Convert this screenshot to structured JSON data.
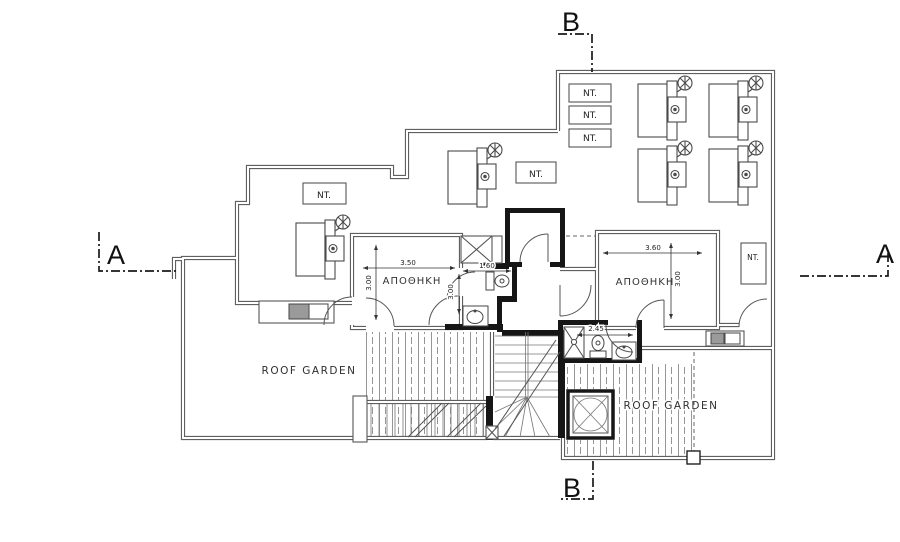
{
  "drawing": {
    "section_markers": {
      "a": "A",
      "b": "B"
    },
    "unit_labels": {
      "nt": "NT."
    },
    "rooms": {
      "storage": "ΑΠΟΘΗΚΗ",
      "roof_garden": "ROOF GARDEN"
    },
    "dimensions": {
      "d350": "3.50",
      "d300": "3.00",
      "d160": "1.60",
      "d360": "3.60",
      "d245": "2.45"
    },
    "colors": {
      "outline": "#5f5f5f",
      "core_wall": "#161616",
      "hatch": "#8a8a8a",
      "background": "#ffffff"
    }
  }
}
